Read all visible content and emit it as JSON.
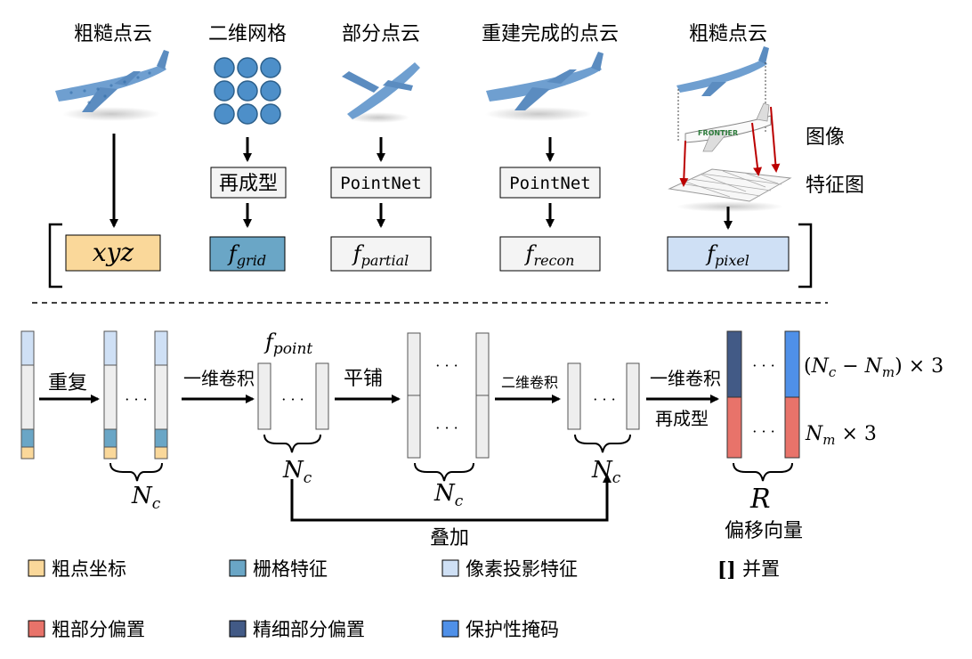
{
  "top": {
    "columns": {
      "coarse": "粗糙点云",
      "grid": "二维网格",
      "partial": "部分点云",
      "recon": "重建完成的点云",
      "pixel": "粗糙点云"
    },
    "ops": {
      "reshape": "再成型",
      "pointnet1": "PointNet",
      "pointnet2": "PointNet"
    },
    "side_labels": {
      "image": "图像",
      "feature_map": "特征图"
    },
    "logo_text": "FRONTIER",
    "features": {
      "xyz": "xyz",
      "f": "f",
      "grid_sub": "grid",
      "partial_sub": "partial",
      "recon_sub": "recon",
      "pixel_sub": "pixel"
    }
  },
  "pipeline": {
    "repeat": "重复",
    "conv1d_a": "一维卷积",
    "fpoint_sub": "point",
    "tile": "平铺",
    "conv2d": "二维卷积",
    "conv1d_b": "一维卷积",
    "reshape": "再成型",
    "add": "叠加",
    "dots": "· · ·",
    "N": "N",
    "c": "c",
    "R": "R",
    "offset": "偏移向量",
    "top_formula": {
      "open": "(",
      "Nc": "N",
      "c": "c",
      "minus": " − ",
      "Nm": "N",
      "m": "m",
      "close": ") × 3"
    },
    "bottom_formula": {
      "Nm": "N",
      "m": "m",
      "times": " × 3"
    }
  },
  "legend": {
    "coord": "粗点坐标",
    "grid_feat": "栅格特征",
    "pixel_feat": "像素投影特征",
    "concat_symbol": "[]",
    "concat": "并置",
    "coarse_bias": "粗部分偏置",
    "fine_bias": "精细部分偏置",
    "mask": "保护性掩码"
  },
  "colors": {
    "coord": "#fad89a",
    "grid_feat": "#6aa6c6",
    "pixel_feat": "#cfe0f5",
    "coarse_bias": "#e8736a",
    "fine_bias": "#425a86",
    "mask": "#4f90e8",
    "neutral": "#eeeeee",
    "recon_box": "#f4f4f4",
    "dots": "#4d8fc9"
  }
}
